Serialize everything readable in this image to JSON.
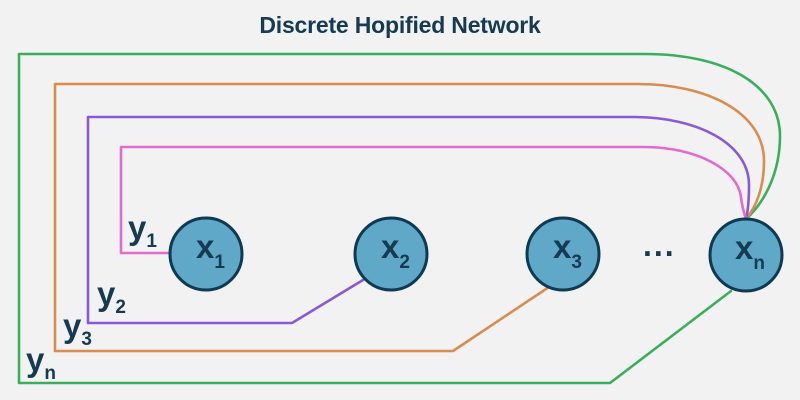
{
  "title": "Discrete Hopified Network",
  "colors": {
    "background": "#F2F2F2",
    "label_text": "#153A52",
    "node_fill": "#5FA8C8",
    "node_border": "#0E3A52",
    "y1": "#E26BCE",
    "y2": "#8A5AD6",
    "y3": "#D98C4F",
    "yn": "#3BAE5C"
  },
  "nodes": [
    {
      "name": "x1",
      "label": "x",
      "sub": "1"
    },
    {
      "name": "x2",
      "label": "x",
      "sub": "2"
    },
    {
      "name": "x3",
      "label": "x",
      "sub": "3"
    },
    {
      "name": "xn",
      "label": "x",
      "sub": "n"
    }
  ],
  "ellipsis": "...",
  "feedback_loops": [
    {
      "name": "y1",
      "label": "y",
      "sub": "1",
      "from": "x1",
      "to": "xn"
    },
    {
      "name": "y2",
      "label": "y",
      "sub": "2",
      "from": "x2",
      "to": "xn"
    },
    {
      "name": "y3",
      "label": "y",
      "sub": "3",
      "from": "x3",
      "to": "xn"
    },
    {
      "name": "yn",
      "label": "y",
      "sub": "n",
      "from": "xn",
      "to": "xn"
    }
  ]
}
